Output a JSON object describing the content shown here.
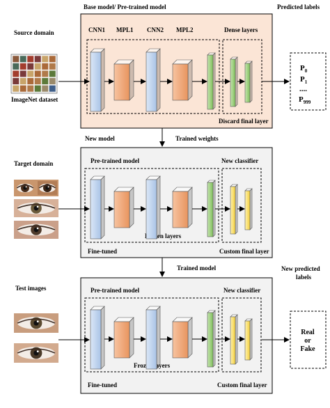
{
  "labels": {
    "base_model": "Base model/ Pre-trained model",
    "predicted_labels": "Predicted labels",
    "source_domain": "Source domain",
    "imagenet_dataset": "ImageNet dataset",
    "cnn1": "CNN1",
    "mpl1": "MPL1",
    "cnn2": "CNN2",
    "mpl2": "MPL2",
    "dense_layers": "Dense layers",
    "discard_final_layer": "Discard final layer",
    "new_model": "New model",
    "trained_weights": "Trained weights",
    "target_domain": "Target domain",
    "pretrained_model_1": "Pre-trained model",
    "new_classifier_1": "New classifier",
    "frozen_layers_1": "Frozen layers",
    "fine_tuned_1": "Fine-tuned",
    "custom_final_layer_1": "Custom final layer",
    "trained_model": "Trained model",
    "new_predicted_labels_line1": "New predicted",
    "new_predicted_labels_line2": "labels",
    "test_images": "Test images",
    "pretrained_model_2": "Pre-trained model",
    "new_classifier_2": "New classifier",
    "frozen_layers_2": "Frozen layers",
    "fine_tuned_2": "Fine-tuned",
    "custom_final_layer_2": "Custom final layer"
  },
  "outputs": {
    "p0": "P",
    "p0_sub": "0",
    "p1": "P",
    "p1_sub": "1",
    "dots": "....",
    "p999": "P",
    "p999_sub": "999",
    "real": "Real",
    "or": "or",
    "fake": "Fake"
  },
  "colors": {
    "block1_fill": "#fbe5d6",
    "block2_fill": "#f2f2f2",
    "cnn_layer": "#c5d9f1",
    "mpl_layer": "#f4b183",
    "dense_layer": "#a9d18e",
    "classifier_layer": "#ffe699"
  }
}
